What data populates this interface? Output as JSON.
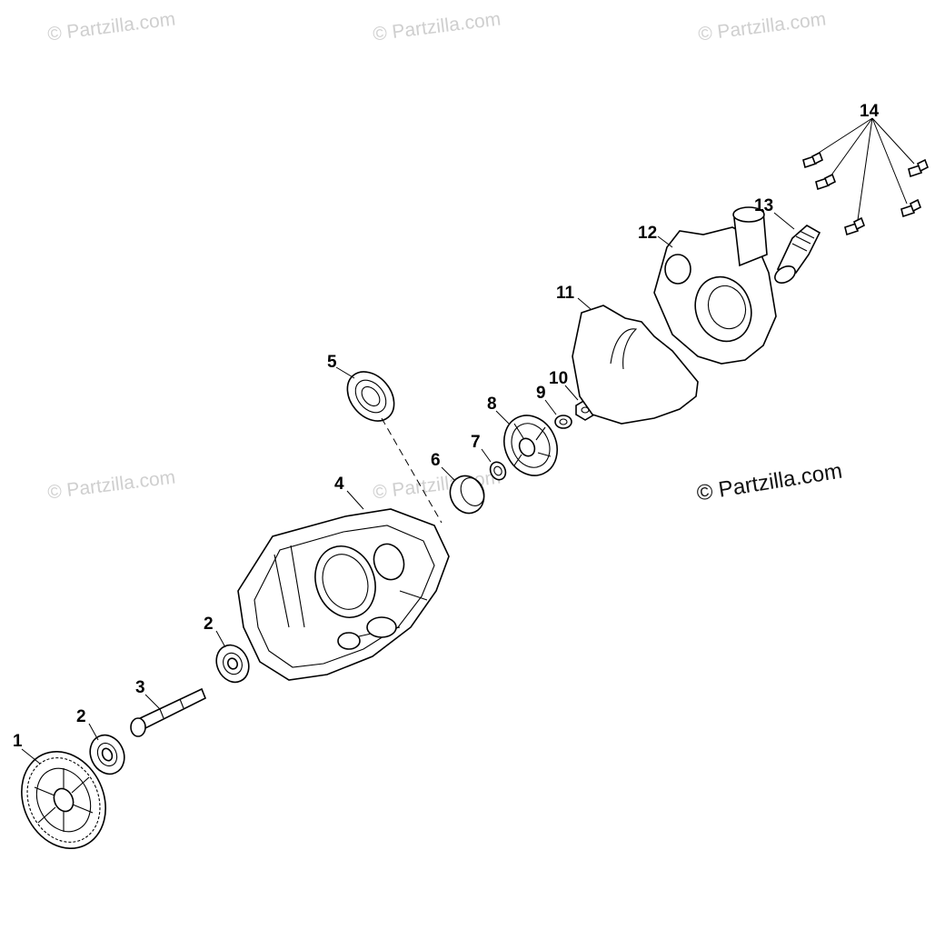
{
  "watermarks": [
    "© Partzilla.com",
    "© Partzilla.com",
    "© Partzilla.com",
    "© Partzilla.com",
    "© Partzilla.com"
  ],
  "copyright": "© Partzilla.com",
  "callouts": [
    "1",
    "2",
    "2",
    "3",
    "4",
    "5",
    "6",
    "7",
    "8",
    "9",
    "10",
    "11",
    "12",
    "13",
    "14"
  ]
}
